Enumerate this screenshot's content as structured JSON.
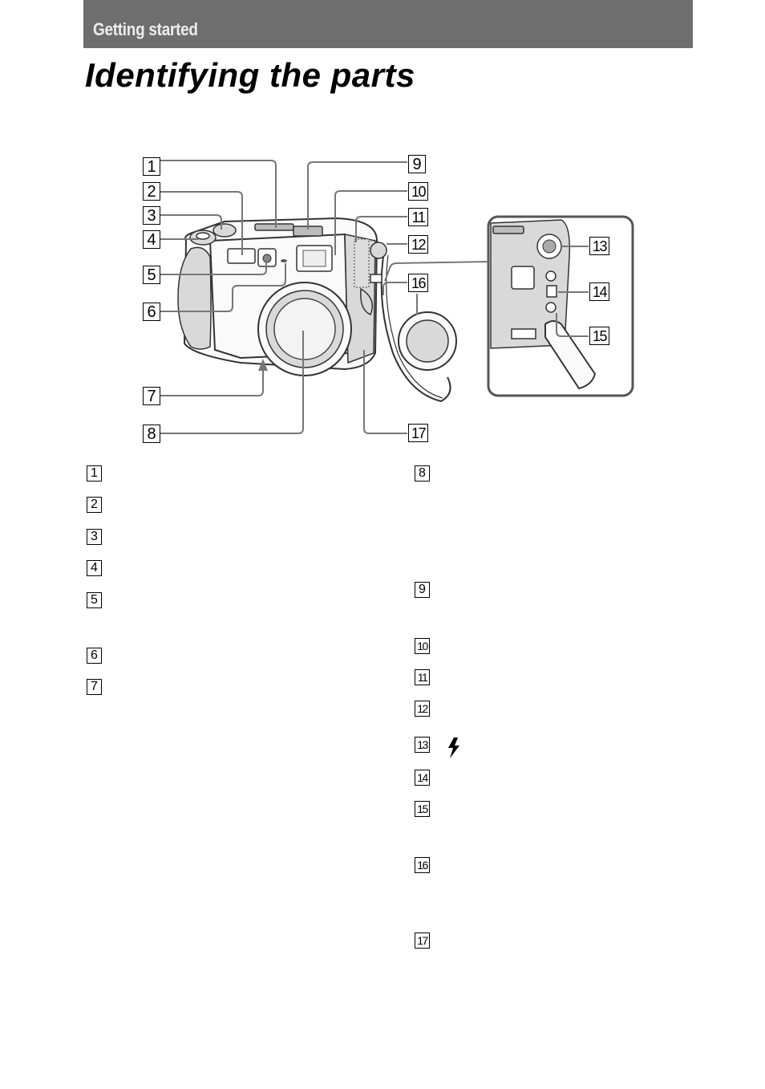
{
  "header": {
    "section": "Getting started"
  },
  "page_title": "Identifying the parts",
  "callouts": {
    "n1": "1",
    "n2": "2",
    "n3": "3",
    "n4": "4",
    "n5": "5",
    "n6": "6",
    "n7": "7",
    "n8": "8",
    "n9": "9",
    "n10": "10",
    "n11": "11",
    "n12": "12",
    "n13": "13",
    "n14": "14",
    "n15": "15",
    "n16": "16",
    "n17": "17"
  },
  "icons": {
    "flash": "flash-bolt-icon"
  },
  "colors": {
    "header_bar": "#6e6e6e",
    "header_text": "#ededed",
    "leader_line": "#777777"
  }
}
